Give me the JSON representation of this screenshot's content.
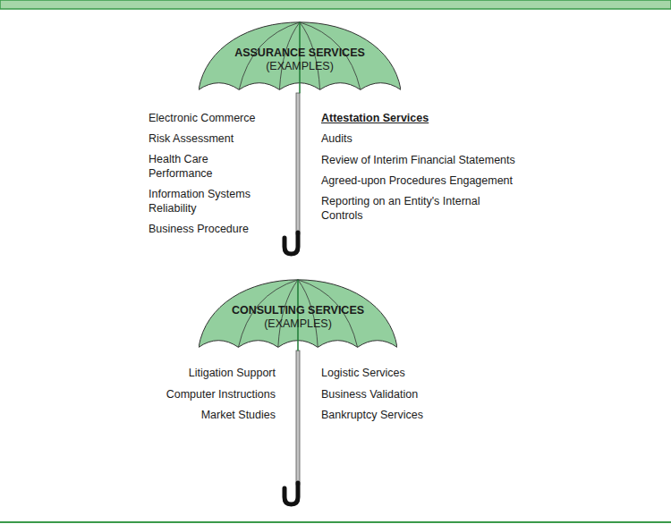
{
  "diagram": {
    "nodes": [
      {
        "text": [
          "ASSURANCE SERVICES",
          "(EXAMPLES)"
        ]
      },
      {
        "text": [
          "CONSULTING SERVICES",
          "(EXAMPLES)"
        ]
      }
    ],
    "labels": [
      "Electronic Commerce",
      "Risk Assessment",
      "Health Care Performance",
      "Information Systems Reliability",
      "Business Procedure",
      "Attestation Services",
      "Audits",
      "Review of Interim Financial Statements",
      "Agreed-upon Procedures Engagement",
      "Reporting on an Entity's Internal Controls",
      "Litigation Support",
      "Computer Instructions",
      "Market Studies",
      "Logistic Services",
      "Business Validation",
      "Bankruptcy Services"
    ]
  }
}
